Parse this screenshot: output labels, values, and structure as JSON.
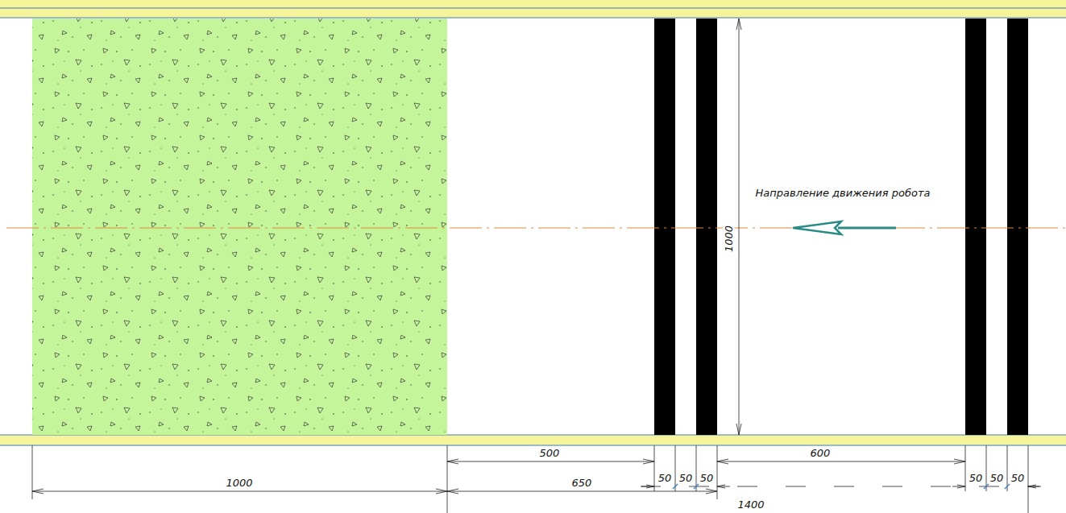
{
  "diagram": {
    "labels": [
      "Направление движения робота",
      "1000",
      "500",
      "600",
      "50",
      "50",
      "50",
      "50",
      "50",
      "50",
      "1000",
      "650",
      "1400"
    ]
  }
}
